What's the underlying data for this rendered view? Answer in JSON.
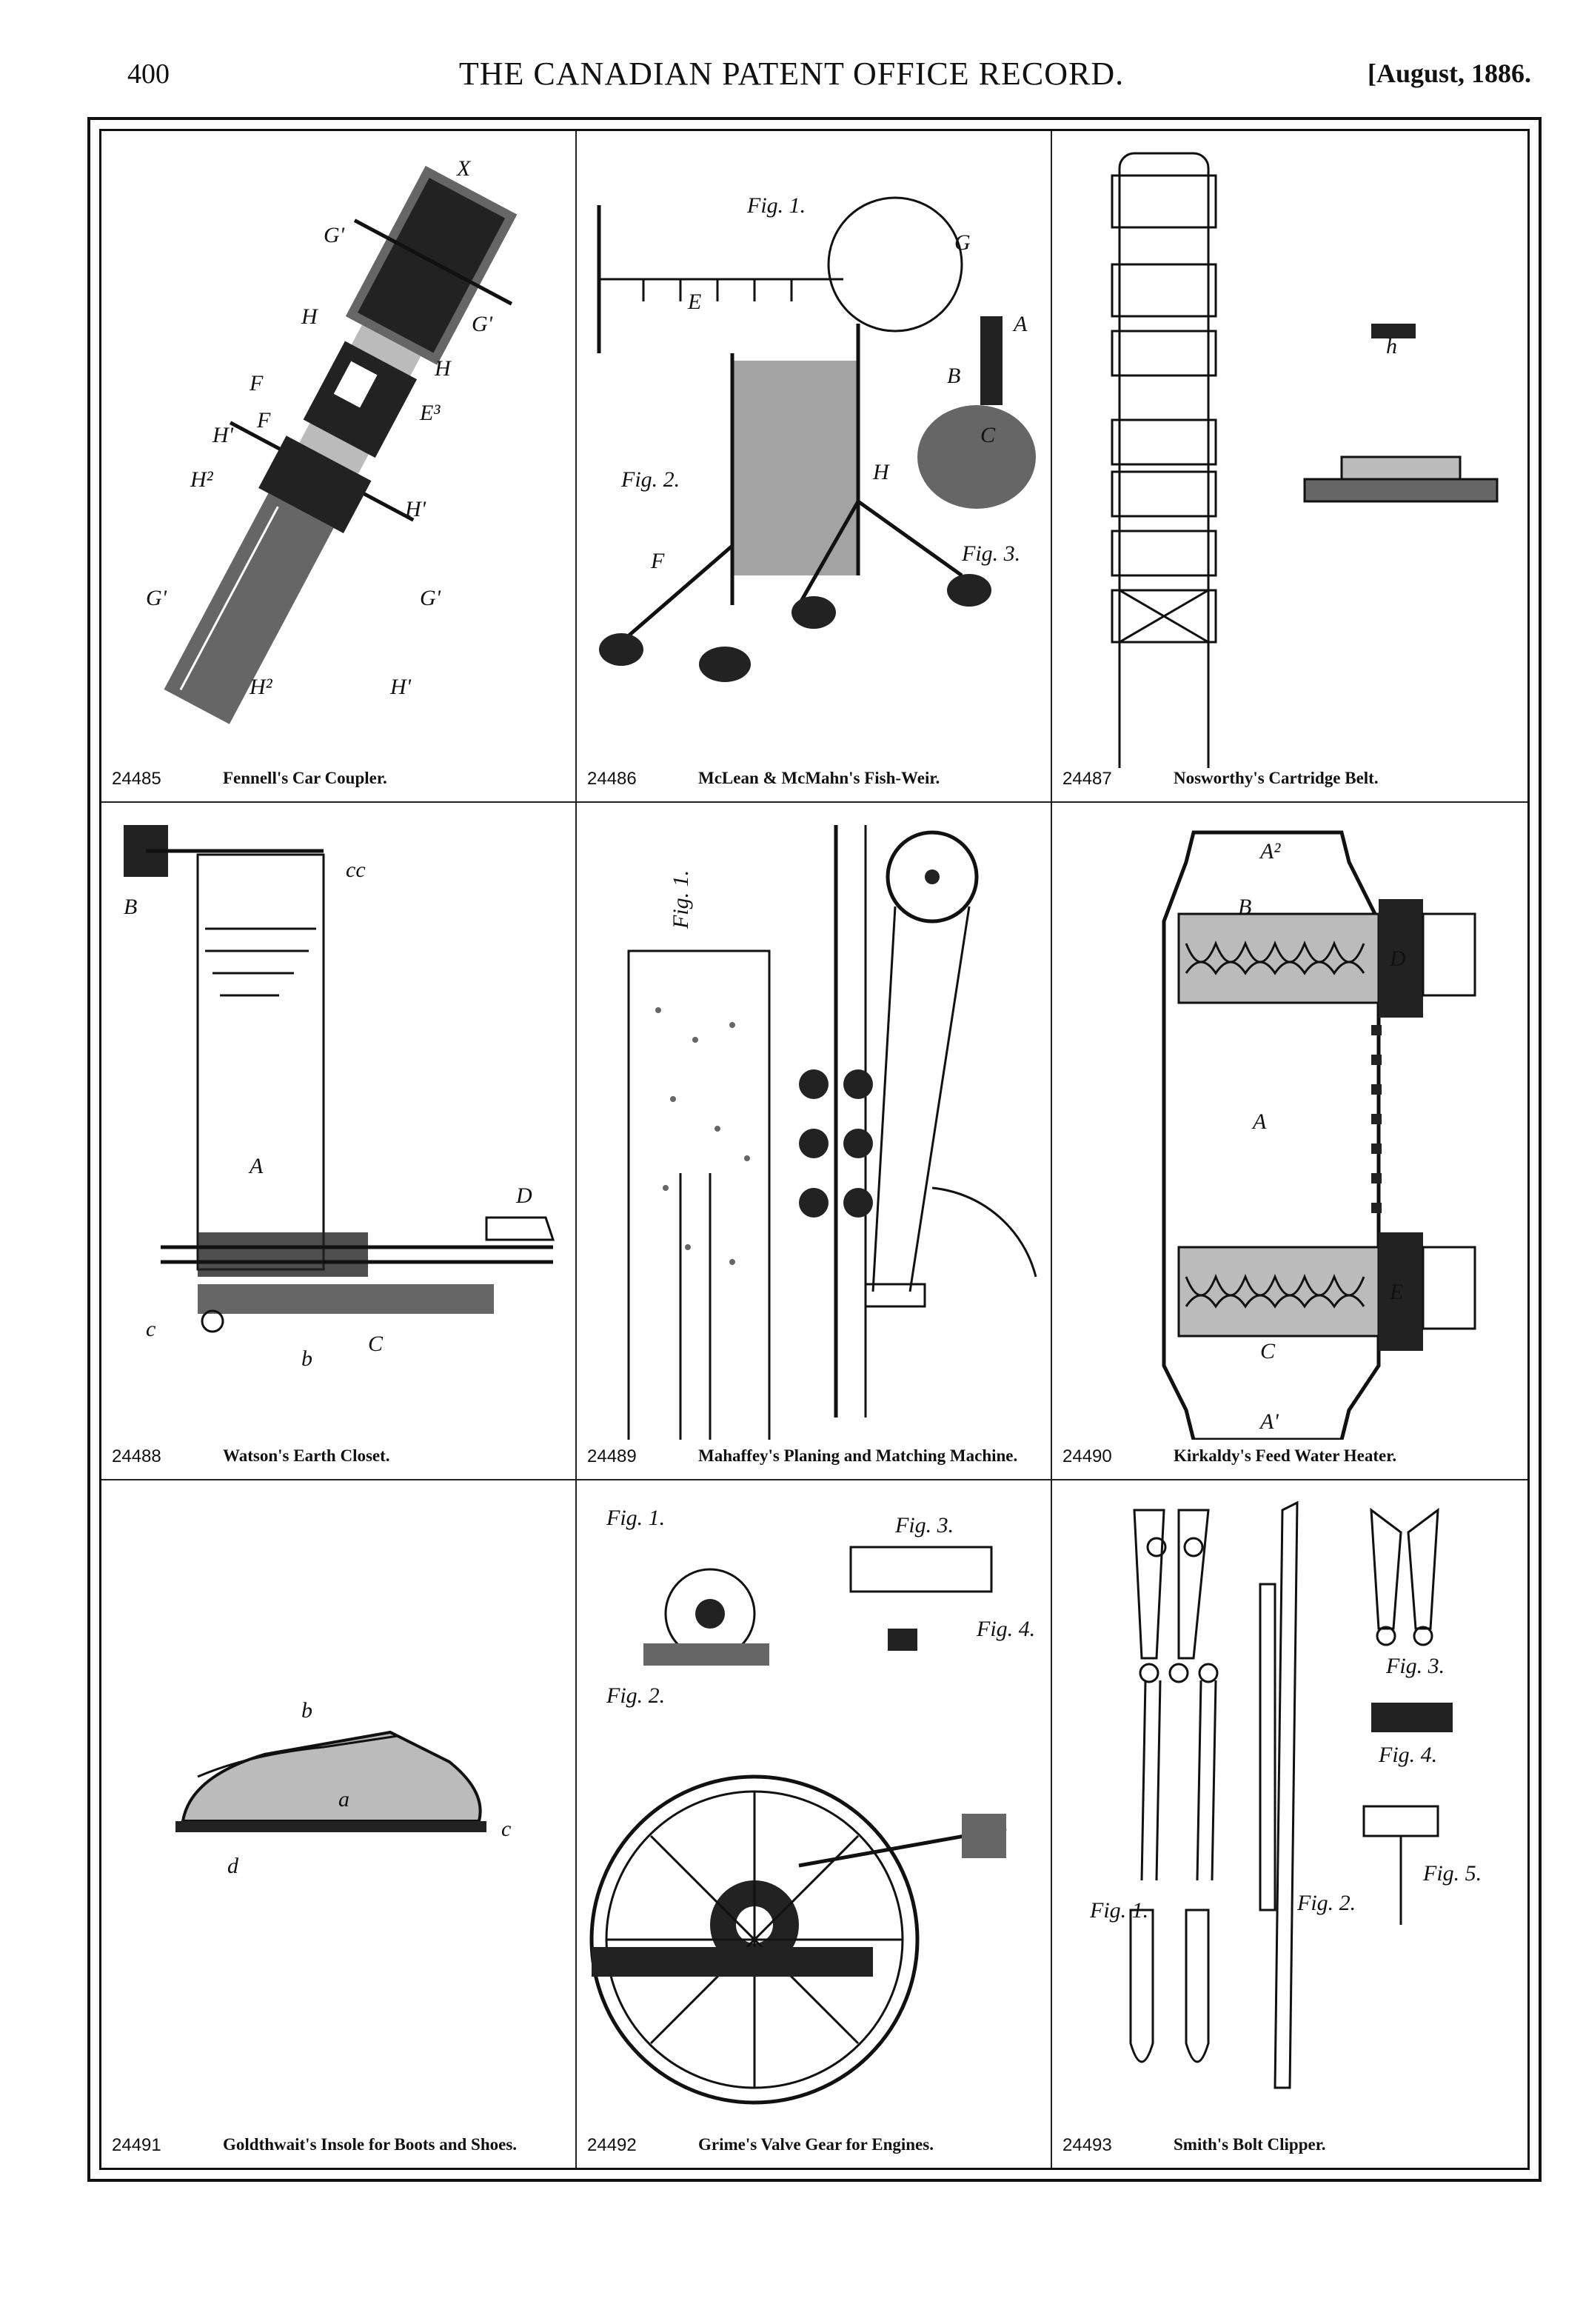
{
  "header": {
    "page_number": "400",
    "title": "THE CANADIAN PATENT OFFICE RECORD.",
    "date": "[August, 1886."
  },
  "patents": [
    {
      "number": "24485",
      "title": "Fennell's Car Coupler."
    },
    {
      "number": "24486",
      "title": "McLean & McMahn's Fish-Weir."
    },
    {
      "number": "24487",
      "title": "Nosworthy's Cartridge Belt."
    },
    {
      "number": "24488",
      "title": "Watson's Earth Closet."
    },
    {
      "number": "24489",
      "title": "Mahaffey's Planing and Matching Machine."
    },
    {
      "number": "24490",
      "title": "Kirkaldy's Feed Water Heater."
    },
    {
      "number": "24491",
      "title": "Goldthwait's Insole for Boots and Shoes."
    },
    {
      "number": "24492",
      "title": "Grime's Valve Gear for Engines."
    },
    {
      "number": "24493",
      "title": "Smith's Bolt Clipper."
    }
  ],
  "figure_labels": {
    "car_coupler": [
      "X",
      "G'",
      "H",
      "G'",
      "F",
      "H'",
      "H²",
      "F",
      "E³",
      "H",
      "H'",
      "G'",
      "G'",
      "H²",
      "H'"
    ],
    "fish_weir": [
      "Fig. 1.",
      "Fig. 2.",
      "Fig. 3.",
      "A",
      "B",
      "C",
      "E",
      "F",
      "G",
      "H"
    ],
    "cartridge_belt": [
      "h"
    ],
    "earth_closet": [
      "B",
      "A",
      "D",
      "c",
      "b",
      "C",
      "cc"
    ],
    "planing_machine": [
      "Fig. 1."
    ],
    "water_heater": [
      "A²",
      "B",
      "D",
      "A",
      "E",
      "C",
      "A'"
    ],
    "insole": [
      "b",
      "a",
      "d",
      "c"
    ],
    "valve_gear": [
      "Fig. 1.",
      "Fig. 2.",
      "Fig. 3.",
      "Fig. 4."
    ],
    "bolt_clipper": [
      "Fig. 1.",
      "Fig. 2.",
      "Fig. 3.",
      "Fig. 4.",
      "Fig. 5."
    ]
  }
}
